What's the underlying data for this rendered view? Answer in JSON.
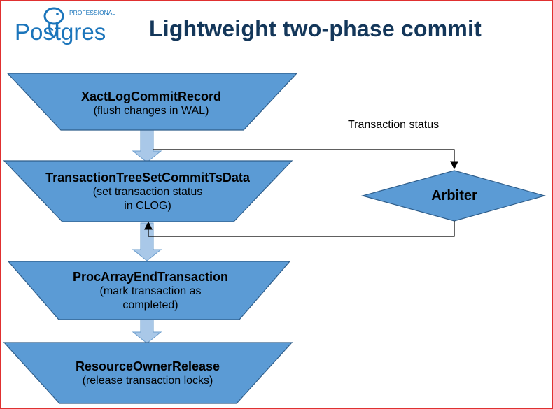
{
  "header": {
    "title": "Lightweight two-phase commit",
    "logo": {
      "top_text": "PROFESSIONAL",
      "wordmark": "Postgres"
    }
  },
  "steps": [
    {
      "name": "XactLogCommitRecord",
      "desc_lines": [
        "(flush changes in WAL)"
      ]
    },
    {
      "name": "TransactionTreeSetCommitTsData",
      "desc_lines": [
        "(set transaction status",
        "in CLOG)"
      ]
    },
    {
      "name": "ProcArrayEndTransaction",
      "desc_lines": [
        "(mark transaction as",
        "completed)"
      ]
    },
    {
      "name": "ResourceOwnerRelease",
      "desc_lines": [
        "(release transaction locks)"
      ]
    }
  ],
  "arbiter": {
    "label": "Arbiter",
    "status_label": "Transaction status"
  },
  "colors": {
    "fill": "#5b9bd5",
    "stroke": "#2e5d8a",
    "arrow_fill": "#a9c8e8",
    "title": "#14375a",
    "logo": "#1b75bb",
    "border": "#e03030"
  }
}
